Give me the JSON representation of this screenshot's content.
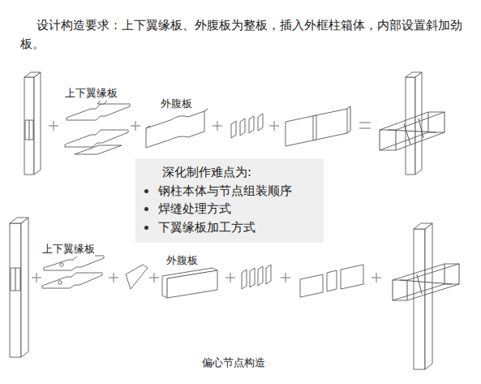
{
  "diagram": {
    "title": "设计构造要求：上下翼缘板、外腹板为整板，插入外框柱箱体，内部设置斜加劲板。",
    "caption": "偏心节点构造",
    "nodes": [
      {
        "text": [
          "深化制作难点为:",
          "钢柱本体与节点组装顺序",
          "焊缝处理方式",
          "下翼缘板加工方式"
        ]
      }
    ],
    "labels": [
      "上下翼缘板",
      "外腹板",
      "上下翼缘板",
      "外腹板"
    ]
  }
}
